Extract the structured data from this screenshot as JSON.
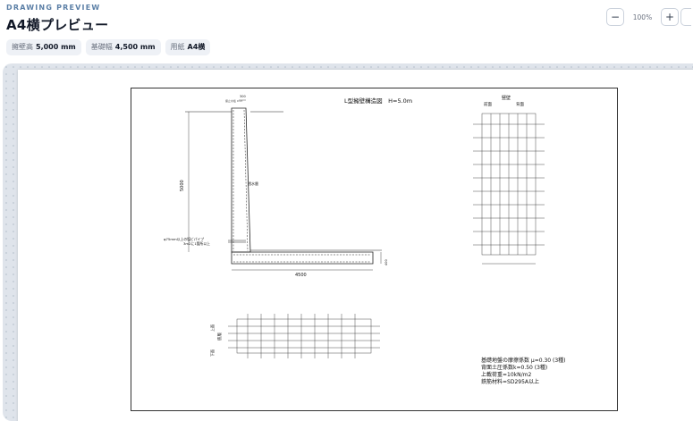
{
  "header": {
    "eyebrow": "DRAWING PREVIEW",
    "title": "A4横プレビュー"
  },
  "specs": [
    {
      "label": "擁壁高",
      "value": "5,000 mm"
    },
    {
      "label": "基礎幅",
      "value": "4,500 mm"
    },
    {
      "label": "用紙",
      "value": "A4横"
    }
  ],
  "zoom": {
    "minus": "−",
    "level": "100%",
    "plus": "+"
  },
  "drawing": {
    "title": "L型擁壁構造図　H=5.0m",
    "side_label": "竪壁",
    "side_front": "前面",
    "side_back": "背面",
    "dim_height": "5000",
    "dim_width": "4500",
    "dim_base": "400",
    "dim_top": "300",
    "drain_title": "透水層",
    "pipe_note": "φ75mm以上の塩ビパイプ",
    "pipe_note2": "3m2に1箇所以上",
    "plan_label": "底版",
    "plan_side": "下面",
    "plan_top": "上面",
    "notes": [
      "基礎地盤の摩擦係数 μ=0.30 (3種)",
      "背面土圧係数k=0.50 (3種)",
      "上載荷重=10kN/m2",
      "鉄筋材料=SD295A以上"
    ]
  },
  "colors": {
    "accent": "#5b7fa6",
    "canvas": "#dfe4eb",
    "chip": "#eef1f6"
  }
}
